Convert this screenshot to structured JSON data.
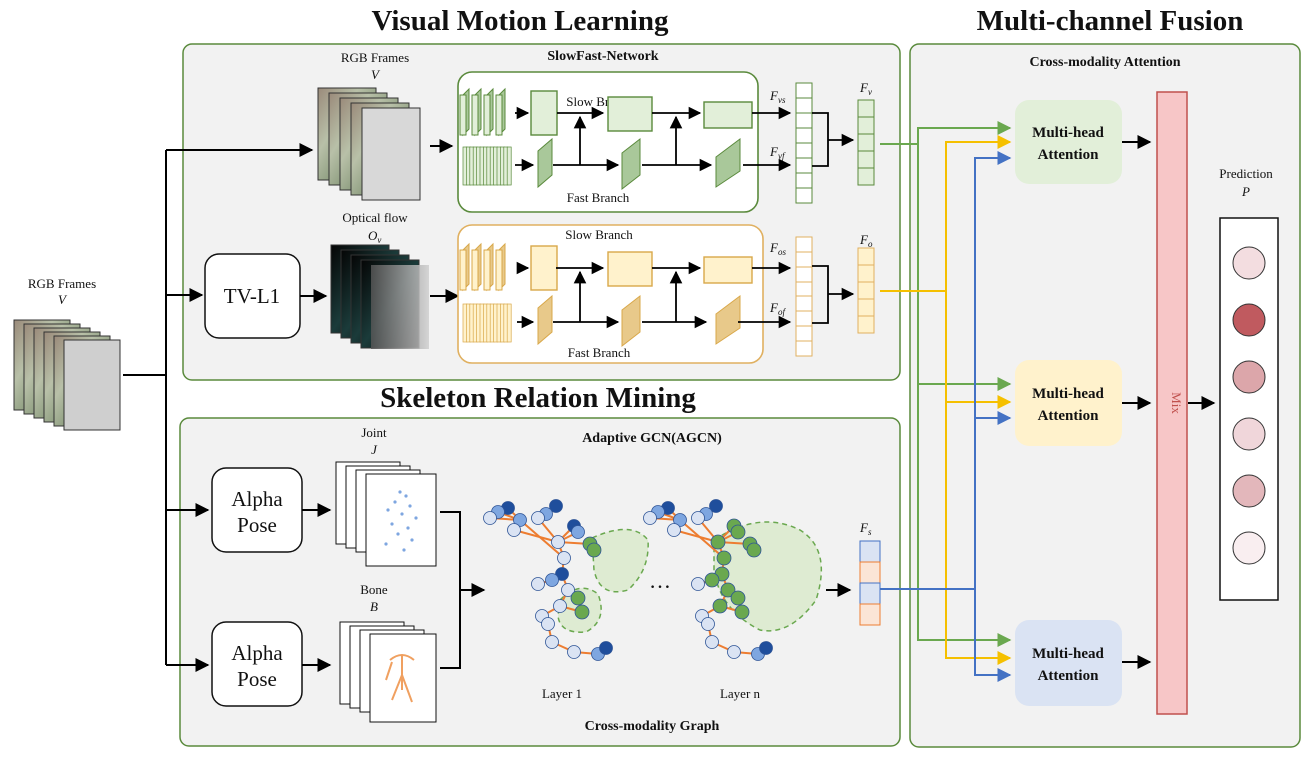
{
  "titles": {
    "visual_motion": "Visual Motion Learning",
    "multichannel": "Multi-channel Fusion",
    "skeleton": "Skeleton Relation Mining"
  },
  "subtitles": {
    "slowfast": "SlowFast-Network",
    "cross_attention": "Cross-modality Attention",
    "agcn": "Adaptive GCN(AGCN)",
    "cross_graph": "Cross-modality Graph"
  },
  "inputs": {
    "rgb_left_label": "RGB Frames",
    "rgb_left_var": "V",
    "rgb_top_label": "RGB Frames",
    "rgb_top_var": "V",
    "flow_label": "Optical flow",
    "flow_var": "O",
    "flow_sub": "v",
    "joint_label": "Joint",
    "joint_var": "J",
    "bone_label": "Bone",
    "bone_var": "B"
  },
  "modules": {
    "tvl1": "TV-L1",
    "alpha_pose": [
      "Alpha",
      "Pose"
    ],
    "mix": "Mix",
    "attention": [
      "Multi-head",
      "Attention"
    ]
  },
  "branches": {
    "slow": "Slow Branch",
    "fast": "Fast Branch"
  },
  "features": {
    "fvs": [
      "F",
      "vs"
    ],
    "fvf": [
      "F",
      "vf"
    ],
    "fv": [
      "F",
      "v"
    ],
    "fos": [
      "F",
      "os"
    ],
    "fof": [
      "F",
      "of"
    ],
    "fo": [
      "F",
      "o"
    ],
    "fs": [
      "F",
      "s"
    ]
  },
  "layers": {
    "layer1": "Layer 1",
    "layern": "Layer n",
    "ellipsis": "…"
  },
  "prediction": {
    "label": "Prediction",
    "var": "P",
    "circle_colors": [
      "#f3dde0",
      "#c05a5f",
      "#dca6aa",
      "#f0d6da",
      "#e3b7bb",
      "#f9eef0"
    ]
  },
  "colors": {
    "green_stream": "#6aa84f",
    "yellow_stream": "#f5c000",
    "blue_stream": "#4472c4",
    "section_border": "#5a8a3c",
    "mix_fill": "#f7c6c7",
    "mix_border": "#c0504d"
  }
}
